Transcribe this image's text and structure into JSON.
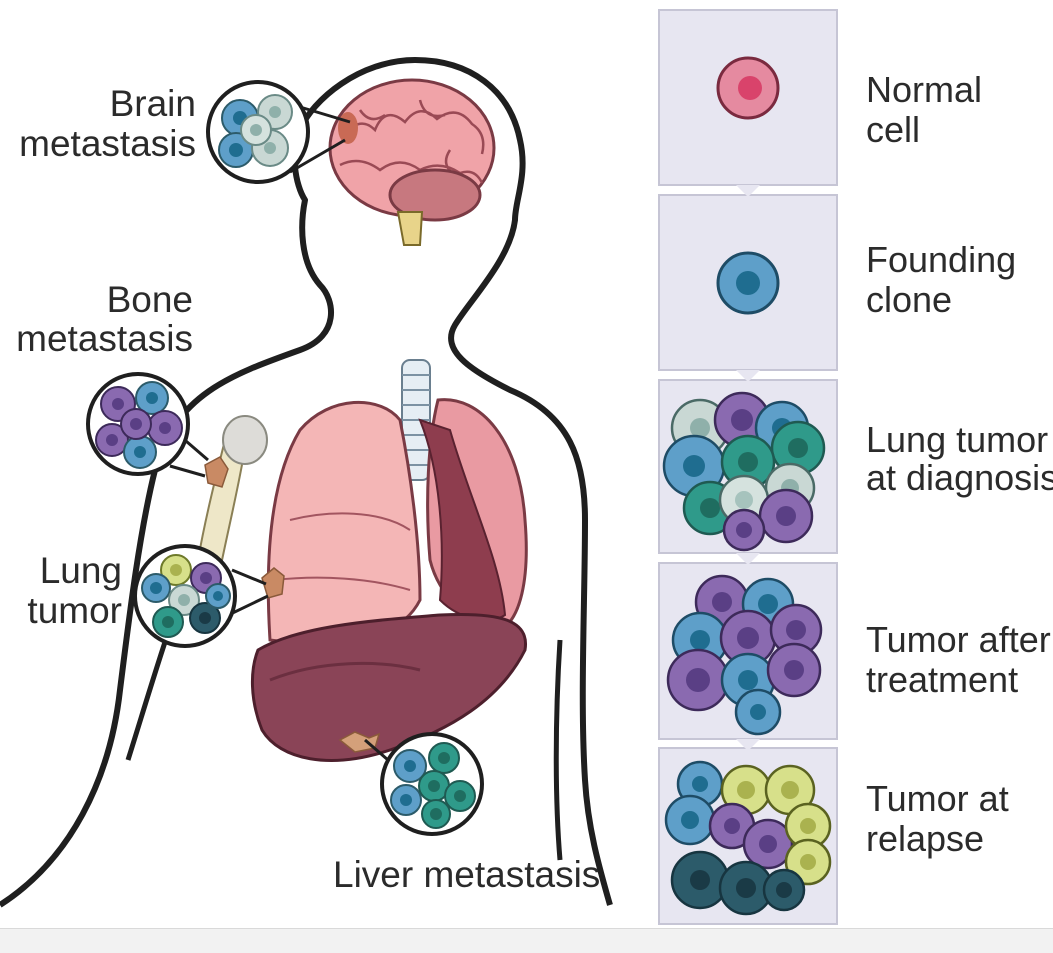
{
  "diagram": {
    "left_labels": {
      "brain": [
        "Brain",
        "metastasis"
      ],
      "bone": [
        "Bone",
        "metastasis"
      ],
      "lung": [
        "Lung",
        "tumor"
      ],
      "liver": "Liver metastasis"
    },
    "stages": [
      {
        "line1": "Normal",
        "line2": "cell"
      },
      {
        "line1": "Founding",
        "line2": "clone"
      },
      {
        "line1": "Lung tumor",
        "line2": "at diagnosis"
      },
      {
        "line1": "Tumor after",
        "line2": "treatment"
      },
      {
        "line1": "Tumor at",
        "line2": "relapse"
      }
    ],
    "colors": {
      "normal_cell": "#e58aa0",
      "founding_blue": "#5e9fc9",
      "purple": "#8a6ab0",
      "teal": "#2f9a8a",
      "pale": "#c9d8d4",
      "lime": "#d7e08a",
      "dark_teal": "#2c5b6a",
      "panel": "#e7e6f1"
    }
  }
}
